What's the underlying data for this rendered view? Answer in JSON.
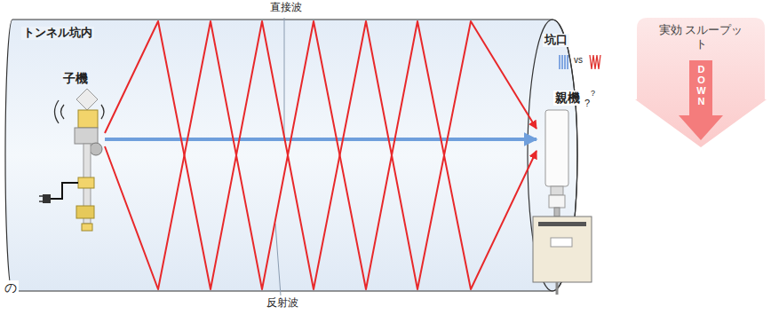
{
  "diagram": {
    "nodes": [
      {
        "text": [
          "子機"
        ]
      },
      {
        "text": [
          "親機"
        ]
      },
      {
        "text": [
          "実効 スループット",
          "DOWN"
        ]
      }
    ],
    "edges": [
      {
        "from": 0,
        "to": 1,
        "arrow": "to"
      },
      {
        "from": 0,
        "to": 1,
        "arrow": "to"
      },
      {
        "from": 0,
        "to": 1,
        "arrow": "to"
      }
    ],
    "labels": [
      "トンネル坑内",
      "直接波",
      "反射波",
      "坑口",
      "vs",
      "?",
      "?",
      "の"
    ]
  }
}
